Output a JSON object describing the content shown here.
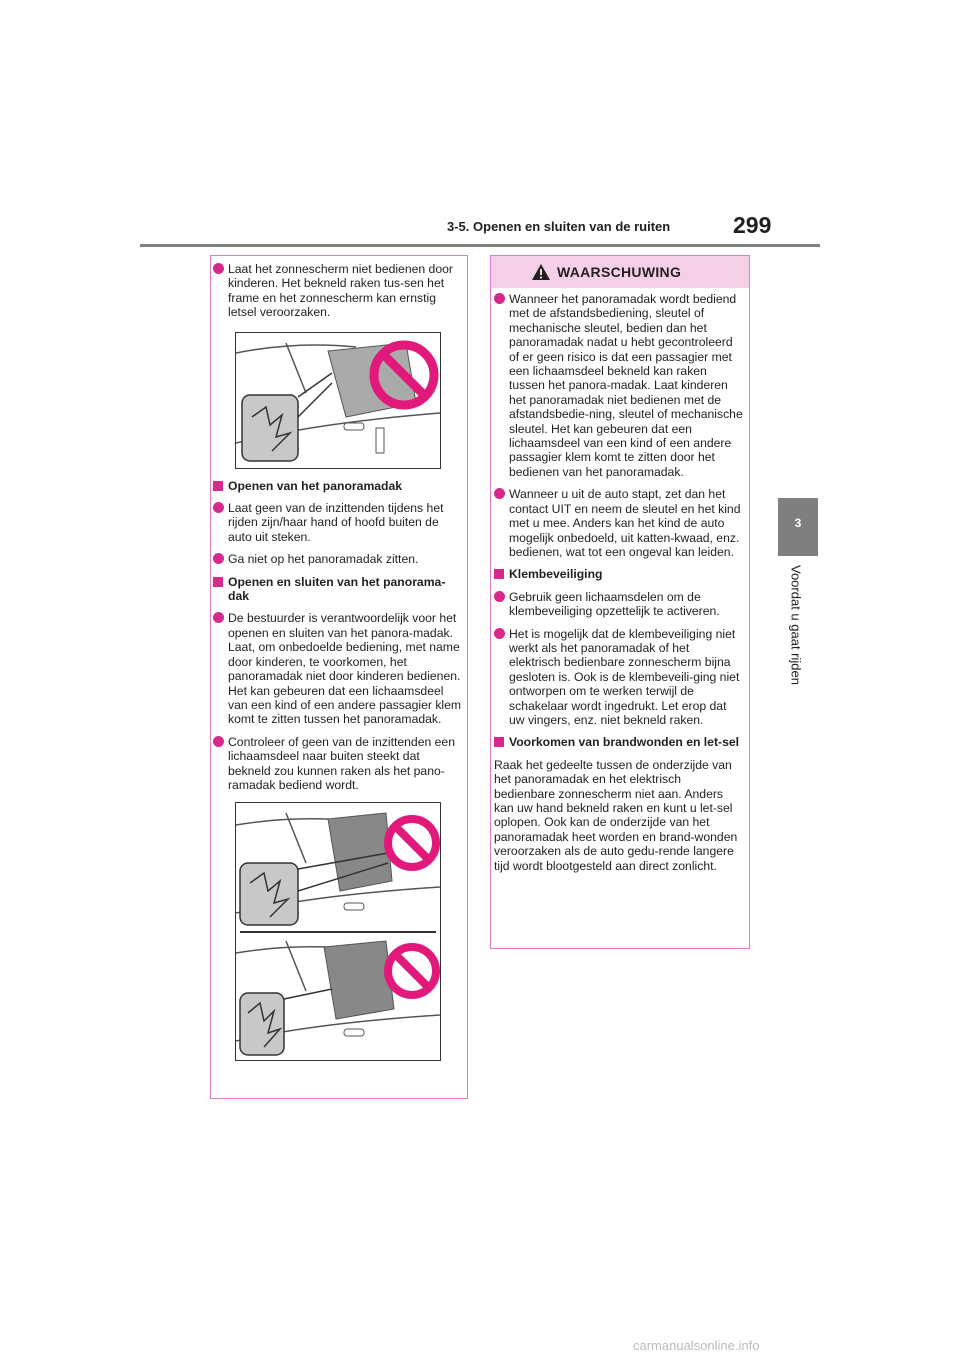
{
  "header": {
    "section": "3-5. Openen en sluiten van de ruiten",
    "page_number": "299"
  },
  "side_tab": {
    "number": "3",
    "chapter": "Voordat u gaat rijden"
  },
  "left_column": {
    "item1": "Laat het zonnescherm niet bedienen door kinderen. Het bekneld raken tus-sen het frame en het zonnescherm kan ernstig letsel veroorzaken.",
    "head1": "Openen van het panoramadak",
    "item2": "Laat geen van de inzittenden tijdens het rijden zijn/haar hand of hoofd buiten de auto uit steken.",
    "item3": "Ga niet op het panoramadak zitten.",
    "head2": "Openen en sluiten van het panorama-dak",
    "item4": "De bestuurder is verantwoordelijk voor het openen en sluiten van het panora-madak. Laat, om onbedoelde bediening, met name door kinderen, te voorkomen, het panoramadak niet door kinderen bedienen. Het kan gebeuren dat een lichaamsdeel van een kind of een andere passagier klem komt te zitten tussen het panoramadak.",
    "item5": "Controleer of geen van de inzittenden een lichaamsdeel naar buiten steekt dat bekneld zou kunnen raken als het pano-ramadak bediend wordt."
  },
  "right_column": {
    "warning_title": "WAARSCHUWING",
    "item1": "Wanneer het panoramadak wordt bediend met de afstandsbediening, sleutel of mechanische sleutel, bedien dan het panoramadak nadat u hebt gecontroleerd of er geen risico is dat een passagier met een lichaamsdeel bekneld kan raken tussen het panora-madak. Laat kinderen het panoramadak niet bedienen met de afstandsbedie-ning, sleutel of mechanische sleutel. Het kan gebeuren dat een lichaamsdeel van een kind of een andere passagier klem komt te zitten door het bedienen van het panoramadak.",
    "item2": "Wanneer u uit de auto stapt, zet dan het contact UIT en neem de sleutel en het kind met u mee. Anders kan het kind de auto mogelijk onbedoeld, uit katten-kwaad, enz. bedienen, wat tot een ongeval kan leiden.",
    "head1": "Klembeveiliging",
    "item3": "Gebruik geen lichaamsdelen om de klembeveiliging opzettelijk te activeren.",
    "item4": "Het is mogelijk dat de klembeveiliging niet werkt als het panoramadak of het elektrisch bedienbare zonnescherm bijna gesloten is. Ook is de klembeveili-ging niet ontworpen om te werken terwijl de schakelaar wordt ingedrukt. Let erop dat uw vingers, enz. niet bekneld raken.",
    "head2": "Voorkomen van brandwonden en let-sel",
    "para": "Raak het gedeelte tussen de onderzijde van het panoramadak en het elektrisch bedienbare zonnescherm niet aan. Anders kan uw hand bekneld raken en kunt u let-sel oplopen. Ook kan de onderzijde van het panoramadak heet worden en brand-wonden veroorzaken als de auto gedu-rende langere tijd wordt blootgesteld aan direct zonlicht."
  },
  "watermark": "carmanualsonline.info",
  "colors": {
    "accent": "#d42a8c",
    "warning_bg": "#f5cfe8",
    "frame": "#e07cc8",
    "prohibit": "#e0197b"
  }
}
